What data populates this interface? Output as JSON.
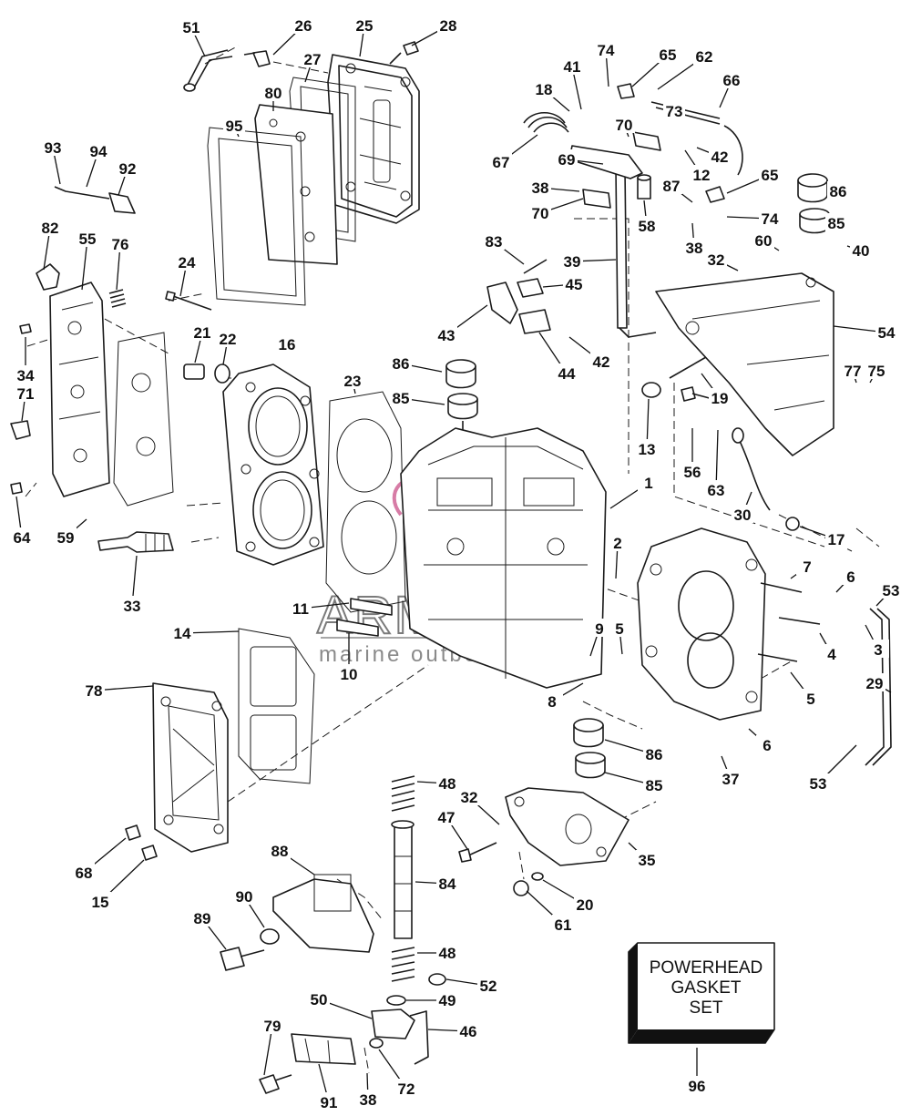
{
  "callouts": [
    {
      "text": "51"
    },
    {
      "text": "26"
    },
    {
      "text": "25"
    },
    {
      "text": "28"
    },
    {
      "text": "27"
    },
    {
      "text": "80"
    },
    {
      "text": "95"
    },
    {
      "text": "93"
    },
    {
      "text": "94"
    },
    {
      "text": "92"
    },
    {
      "text": "82"
    },
    {
      "text": "55"
    },
    {
      "text": "76"
    },
    {
      "text": "24"
    },
    {
      "text": "21"
    },
    {
      "text": "22"
    },
    {
      "text": "16"
    },
    {
      "text": "34"
    },
    {
      "text": "71"
    },
    {
      "text": "64"
    },
    {
      "text": "59"
    },
    {
      "text": "33"
    },
    {
      "text": "23"
    },
    {
      "text": "86"
    },
    {
      "text": "85"
    },
    {
      "text": "11"
    },
    {
      "text": "10"
    },
    {
      "text": "14"
    },
    {
      "text": "78"
    },
    {
      "text": "68"
    },
    {
      "text": "15"
    },
    {
      "text": "74"
    },
    {
      "text": "65"
    },
    {
      "text": "62"
    },
    {
      "text": "41"
    },
    {
      "text": "18"
    },
    {
      "text": "66"
    },
    {
      "text": "73"
    },
    {
      "text": "70"
    },
    {
      "text": "67"
    },
    {
      "text": "69"
    },
    {
      "text": "42"
    },
    {
      "text": "12"
    },
    {
      "text": "65"
    },
    {
      "text": "86"
    },
    {
      "text": "38"
    },
    {
      "text": "87"
    },
    {
      "text": "74"
    },
    {
      "text": "70"
    },
    {
      "text": "58"
    },
    {
      "text": "85"
    },
    {
      "text": "38"
    },
    {
      "text": "83"
    },
    {
      "text": "39"
    },
    {
      "text": "60"
    },
    {
      "text": "40"
    },
    {
      "text": "32"
    },
    {
      "text": "45"
    },
    {
      "text": "43"
    },
    {
      "text": "44"
    },
    {
      "text": "42"
    },
    {
      "text": "54"
    },
    {
      "text": "19"
    },
    {
      "text": "77"
    },
    {
      "text": "75"
    },
    {
      "text": "13"
    },
    {
      "text": "56"
    },
    {
      "text": "63"
    },
    {
      "text": "1"
    },
    {
      "text": "30"
    },
    {
      "text": "17"
    },
    {
      "text": "2"
    },
    {
      "text": "7"
    },
    {
      "text": "6"
    },
    {
      "text": "53"
    },
    {
      "text": "9"
    },
    {
      "text": "5"
    },
    {
      "text": "4"
    },
    {
      "text": "3"
    },
    {
      "text": "8"
    },
    {
      "text": "5"
    },
    {
      "text": "29"
    },
    {
      "text": "6"
    },
    {
      "text": "86"
    },
    {
      "text": "37"
    },
    {
      "text": "85"
    },
    {
      "text": "53"
    },
    {
      "text": "48"
    },
    {
      "text": "32"
    },
    {
      "text": "47"
    },
    {
      "text": "35"
    },
    {
      "text": "84"
    },
    {
      "text": "88"
    },
    {
      "text": "20"
    },
    {
      "text": "61"
    },
    {
      "text": "90"
    },
    {
      "text": "89"
    },
    {
      "text": "48"
    },
    {
      "text": "52"
    },
    {
      "text": "49"
    },
    {
      "text": "50"
    },
    {
      "text": "46"
    },
    {
      "text": "79"
    },
    {
      "text": "72"
    },
    {
      "text": "38"
    },
    {
      "text": "91"
    },
    {
      "text": "96"
    }
  ],
  "gasket_set_box": {
    "lines": [
      "POWERHEAD",
      "GASKET",
      "SET"
    ]
  },
  "watermark": {
    "brand": "ARMADA",
    "tagline": "marine outboards"
  }
}
